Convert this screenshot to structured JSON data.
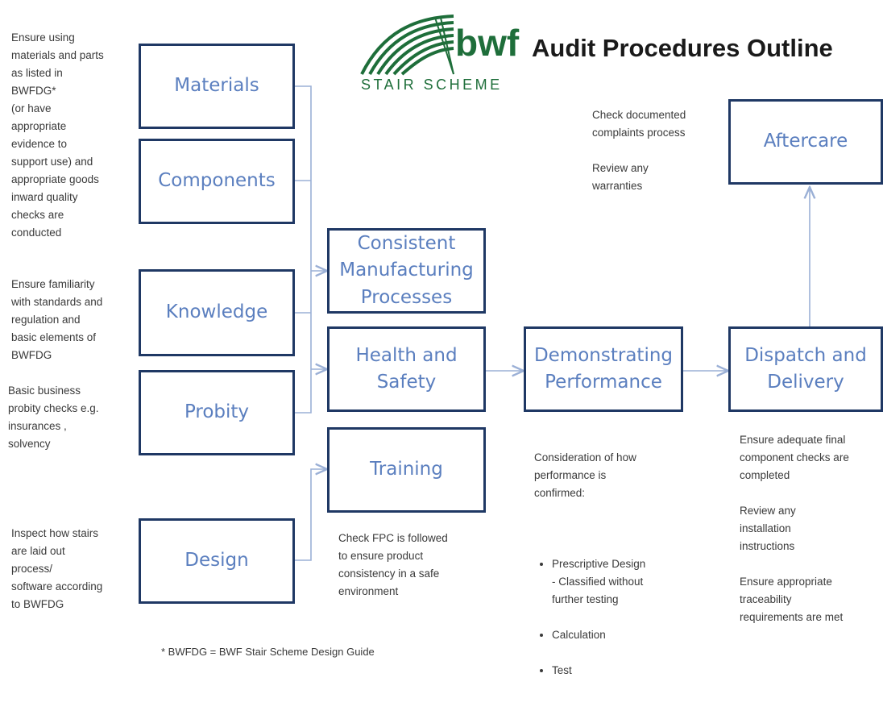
{
  "header": {
    "title": "Audit Procedures Outline",
    "logo_mark": "bwf",
    "logo_subtitle": "STAIR SCHEME"
  },
  "boxes": {
    "materials": "Materials",
    "components": "Components",
    "knowledge": "Knowledge",
    "probity": "Probity",
    "design": "Design",
    "consistent": "Consistent\nManufacturing\nProcesses",
    "health": "Health and\nSafety",
    "training": "Training",
    "demonstrating": "Demonstrating\nPerformance",
    "dispatch": "Dispatch and\nDelivery",
    "aftercare": "Aftercare"
  },
  "notes": {
    "materials": "Ensure using\nmaterials and parts\nas listed in\nBWFDG*\n(or have\nappropriate\nevidence to\nsupport use) and\nappropriate goods\ninward quality\nchecks are\nconducted",
    "knowledge": "Ensure familiarity\nwith standards and\nregulation and\nbasic elements of\nBWFDG",
    "probity": "Basic business\nprobity checks e.g.\ninsurances ,\nsolvency",
    "design": "Inspect how stairs\nare laid out\nprocess/\nsoftware according\nto BWFDG",
    "training": "Check FPC is followed\nto ensure product\nconsistency in a safe\nenvironment",
    "performance_intro": "Consideration of how\nperformance is\nconfirmed:",
    "performance_bullets": [
      "Prescriptive Design\n- Classified without\nfurther testing",
      "Calculation",
      "Test"
    ],
    "dispatch": "Ensure adequate final\ncomponent checks are\ncompleted\n\nReview any\ninstallation\ninstructions\n\nEnsure appropriate\ntraceability\nrequirements are met",
    "aftercare": "Check documented\ncomplaints process\n\nReview any\nwarranties"
  },
  "footnote": "* BWFDG = BWF Stair Scheme Design Guide",
  "colors": {
    "box_border": "#1f3864",
    "box_text": "#5b7fbf",
    "connector": "#9bb0d6",
    "logo_green": "#1e6e3a"
  }
}
